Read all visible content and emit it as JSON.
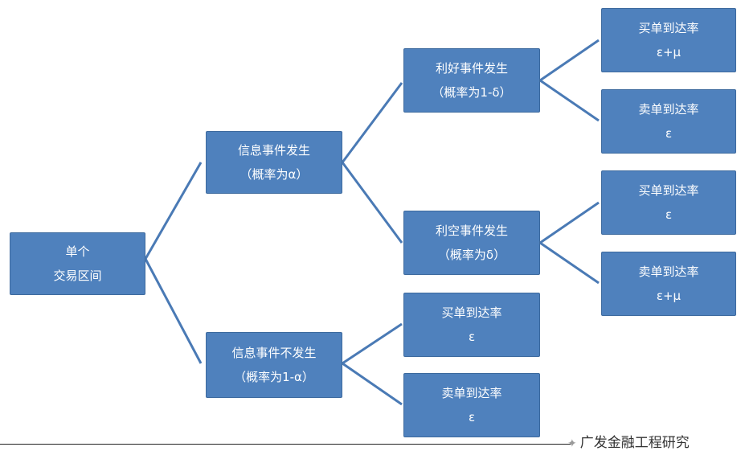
{
  "colors": {
    "node_fill": "#4f81bd",
    "connector": "#4a7ab5",
    "text": "#ffffff"
  },
  "root": {
    "line1": "单个",
    "line2": "交易区间"
  },
  "info_occurs": {
    "line1": "信息事件发生",
    "line2": "（概率为α）"
  },
  "info_not_occurs": {
    "line1": "信息事件不发生",
    "line2": "（概率为1-α）"
  },
  "good_news": {
    "line1": "利好事件发生",
    "line2": "（概率为1-δ）"
  },
  "bad_news": {
    "line1": "利空事件发生",
    "line2": "（概率为δ）"
  },
  "good_buy": {
    "line1": "买单到达率",
    "line2": "ε+μ"
  },
  "good_sell": {
    "line1": "卖单到达率",
    "line2": "ε"
  },
  "bad_buy": {
    "line1": "买单到达率",
    "line2": "ε"
  },
  "bad_sell": {
    "line1": "卖单到达率",
    "line2": "ε+μ"
  },
  "none_buy": {
    "line1": "买单到达率",
    "line2": "ε"
  },
  "none_sell": {
    "line1": "卖单到达率",
    "line2": "ε"
  },
  "watermark": {
    "icon": "wechat-icon",
    "text": "广发金融工程研究"
  }
}
